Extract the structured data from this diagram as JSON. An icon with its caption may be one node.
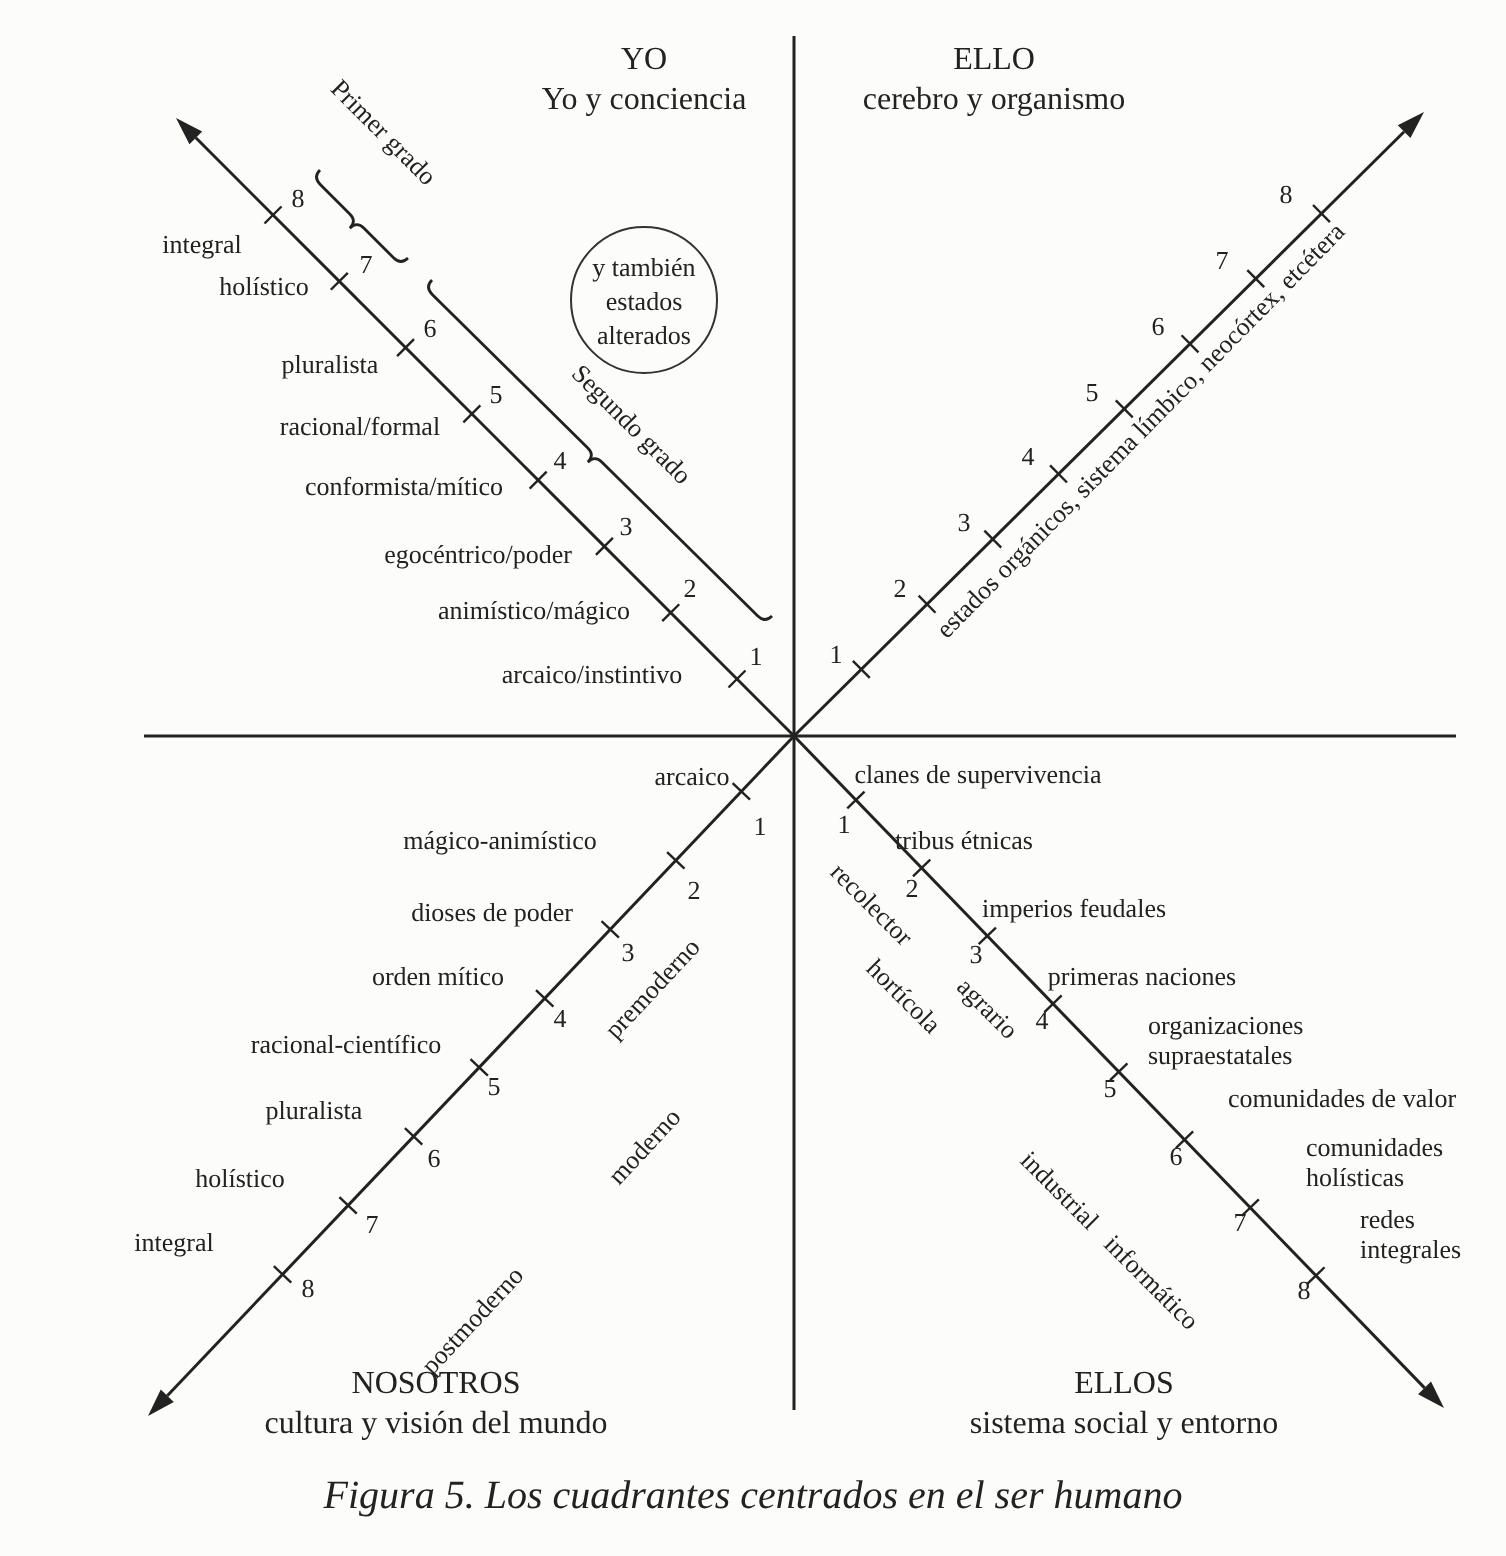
{
  "diagram": {
    "caption": "Figura 5. Los cuadrantes centrados en el ser humano",
    "nodes": [
      {
        "text": [
          "y también estados alterados"
        ]
      }
    ],
    "labels": [
      "YO",
      "Yo y conciencia",
      "ELLO",
      "cerebro y organismo",
      "Primer grado",
      "Segundo grado",
      "integral",
      "8",
      "holístico",
      "7",
      "pluralista",
      "6",
      "racional/formal",
      "5",
      "conformista/mítico",
      "4",
      "egocéntrico/poder",
      "3",
      "animístico/mágico",
      "2",
      "arcaico/instintivo",
      "1",
      "8",
      "7",
      "6",
      "5",
      "4",
      "3",
      "2",
      "1",
      "estados orgánicos, sistema límbico, neocórtex, etcétera",
      "arcaico",
      "1",
      "mágico-animístico",
      "2",
      "dioses de poder",
      "3",
      "orden mítico",
      "4",
      "premoderno",
      "racional-científico",
      "5",
      "pluralista",
      "6",
      "moderno",
      "holístico",
      "7",
      "integral",
      "8",
      "postmoderno",
      "NOSOTROS",
      "cultura y visión del mundo",
      "clanes de supervivencia",
      "1",
      "recolector",
      "tribus étnicas",
      "2",
      "imperios feudales",
      "3",
      "hortícola",
      "primeras naciones",
      "agrario",
      "4",
      "organizaciones supraestatales",
      "5",
      "comunidades de valor",
      "6",
      "industrial",
      "comunidades holísticas",
      "7",
      "informático",
      "redes integrales",
      "8",
      "ELLOS",
      "sistema social y entorno"
    ]
  }
}
